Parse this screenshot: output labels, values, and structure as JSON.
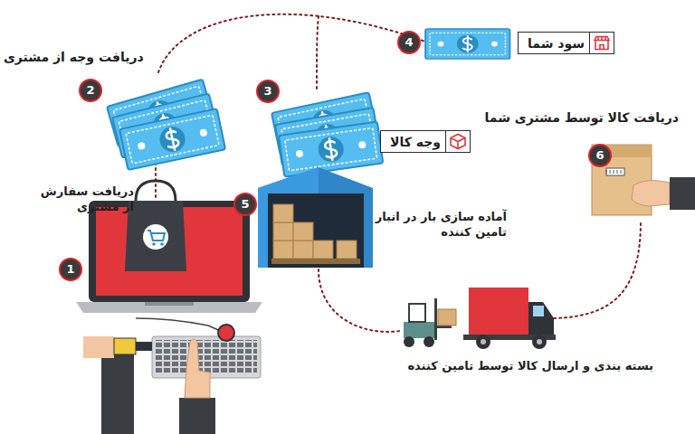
{
  "diagram": {
    "nodes": [
      {
        "text": [
          "سود شما"
        ]
      },
      {
        "text": [
          "وجه کالا"
        ]
      }
    ],
    "labels": [
      "دریافت وجه از مشتری",
      "2",
      "4",
      "3",
      "دریافت کالا توسط مشتری شما",
      "6",
      "دریافت سفارش از مشتری",
      "5",
      "1",
      "آماده سازی بار در انبار تامین کننده",
      "بسته بندی و ارسال کالا توسط تامین کننده"
    ]
  }
}
